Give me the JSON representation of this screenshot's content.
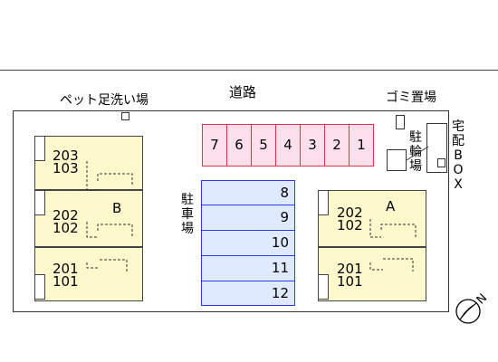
{
  "road_label": "道路",
  "pet_wash_label": "ペット足洗い場",
  "garbage_label": "ゴミ置場",
  "bicycle_label": "駐輪場",
  "delivery_box_label": "宅配BOX",
  "parking_label": "駐車場",
  "parking_top_slots": [
    "7",
    "6",
    "5",
    "4",
    "3",
    "2",
    "1"
  ],
  "parking_side_slots": [
    "8",
    "9",
    "10",
    "11",
    "12"
  ],
  "building_b": {
    "letter": "B",
    "units": [
      "203",
      "103",
      "202",
      "102",
      "201",
      "101"
    ]
  },
  "building_a": {
    "letter": "A",
    "units": [
      "202",
      "102",
      "201",
      "101"
    ]
  },
  "compass_label": "N",
  "colors": {
    "building_fill": "#fef8cd",
    "slot_red_border": "#e0304a",
    "slot_red_fill": "#fde0ec",
    "slot_blue_border": "#2a3cf0",
    "slot_blue_fill": "#dfe9ff"
  }
}
